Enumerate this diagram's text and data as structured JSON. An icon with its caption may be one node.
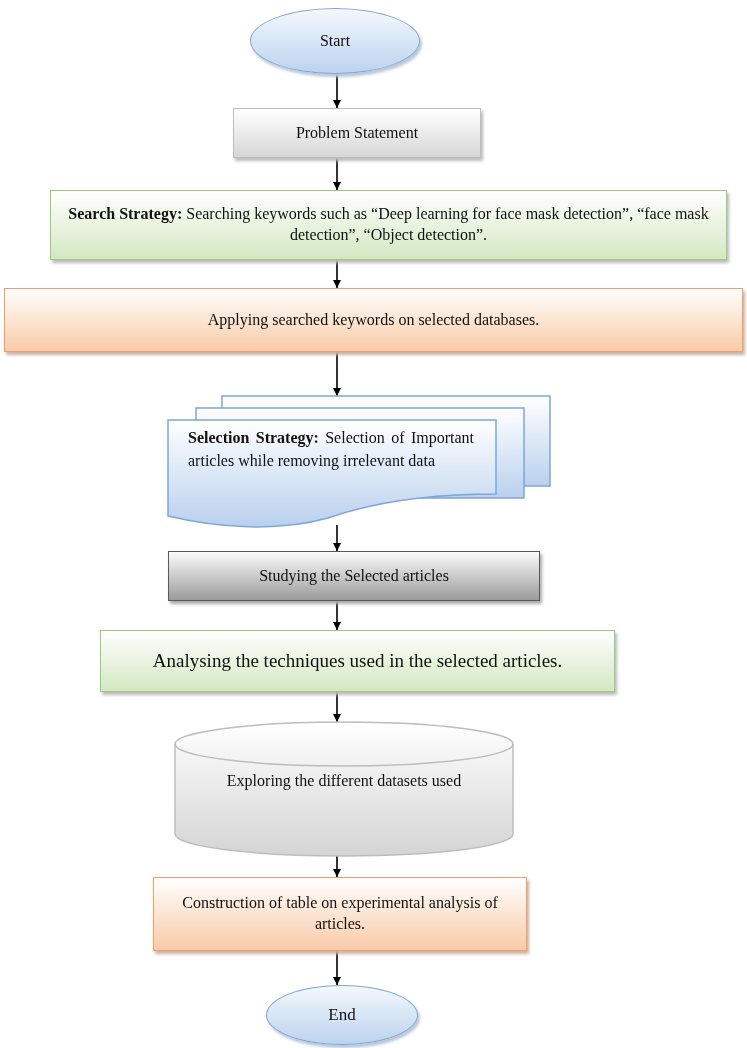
{
  "diagram": {
    "nodes": [
      {
        "text": [
          "Start"
        ]
      },
      {
        "text": [
          "Problem Statement"
        ]
      },
      {
        "text": [
          "**Search Strategy:** Searching keywords such as “Deep learning for face mask detection”, “face mask detection”, “Object detection”."
        ]
      },
      {
        "text": [
          "Applying searched keywords on selected databases."
        ]
      },
      {
        "text": [
          "**Selection Strategy:** Selection of Important articles while removing irrelevant data"
        ]
      },
      {
        "text": [
          "Studying the Selected articles"
        ]
      },
      {
        "text": [
          "Analysing the techniques used in the selected articles."
        ]
      },
      {
        "text": [
          "Exploring the different datasets used"
        ]
      },
      {
        "text": [
          "Construction of table on experimental analysis of articles."
        ]
      },
      {
        "text": [
          "End"
        ]
      }
    ],
    "edges": [
      {
        "from": 0,
        "to": 1,
        "arrow": "to"
      },
      {
        "from": 1,
        "to": 2,
        "arrow": "to"
      },
      {
        "from": 2,
        "to": 3,
        "arrow": "to"
      },
      {
        "from": 3,
        "to": 4,
        "arrow": "to"
      },
      {
        "from": 4,
        "to": 5,
        "arrow": "to"
      },
      {
        "from": 5,
        "to": 6,
        "arrow": "to"
      },
      {
        "from": 6,
        "to": 7,
        "arrow": "to"
      },
      {
        "from": 7,
        "to": 8,
        "arrow": "to"
      },
      {
        "from": 8,
        "to": 9,
        "arrow": "to"
      }
    ]
  }
}
